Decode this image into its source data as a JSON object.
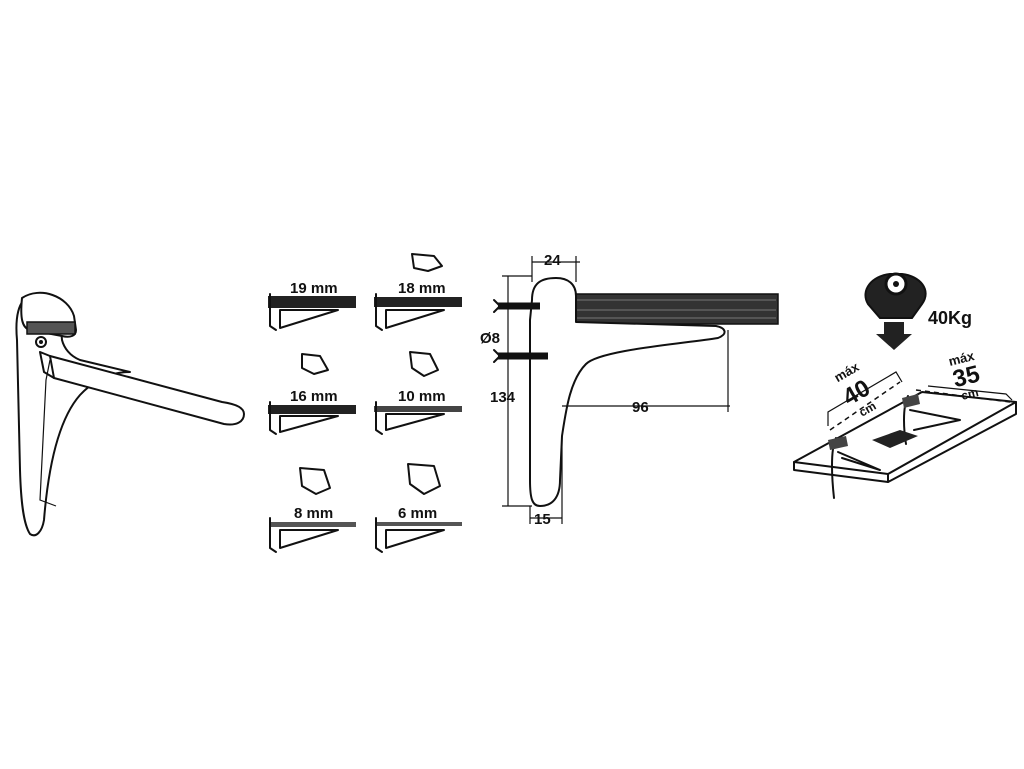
{
  "thickness_options": {
    "labels": [
      "19 mm",
      "18 mm",
      "16 mm",
      "10 mm",
      "8 mm",
      "6 mm"
    ]
  },
  "dimensions": {
    "width_top": "24",
    "hole_diameter": "Ø8",
    "height": "134",
    "depth": "96",
    "width_bottom": "15"
  },
  "load": {
    "weight": "40Kg",
    "max_label_a": "máx",
    "spacing_a": "40",
    "unit_a": "cm",
    "max_label_b": "máx",
    "spacing_b": "35",
    "unit_b": "cm"
  }
}
